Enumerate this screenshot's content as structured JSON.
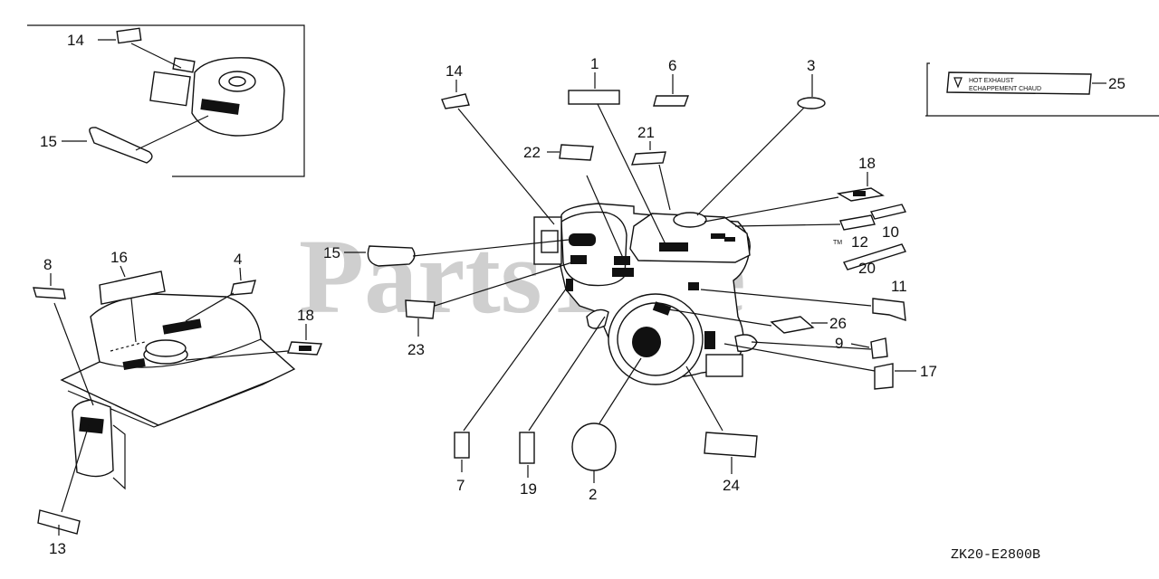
{
  "watermark": "PartsTree",
  "trademark": "TM",
  "diagram_code": "ZK20-E2800B",
  "hot_exhaust_decal": {
    "line1": "HOT EXHAUST",
    "line2": "ECHAPPEMENT CHAUD"
  },
  "callouts": {
    "c1": "1",
    "c2": "2",
    "c3": "3",
    "c4": "4",
    "c6": "6",
    "c7": "7",
    "c8": "8",
    "c9": "9",
    "c10": "10",
    "c11": "11",
    "c12": "12",
    "c13": "13",
    "c14a": "14",
    "c14b": "14",
    "c15a": "15",
    "c15b": "15",
    "c16": "16",
    "c17": "17",
    "c18a": "18",
    "c18b": "18",
    "c19": "19",
    "c20": "20",
    "c21": "21",
    "c22": "22",
    "c23": "23",
    "c24": "24",
    "c25": "25",
    "c26": "26"
  }
}
